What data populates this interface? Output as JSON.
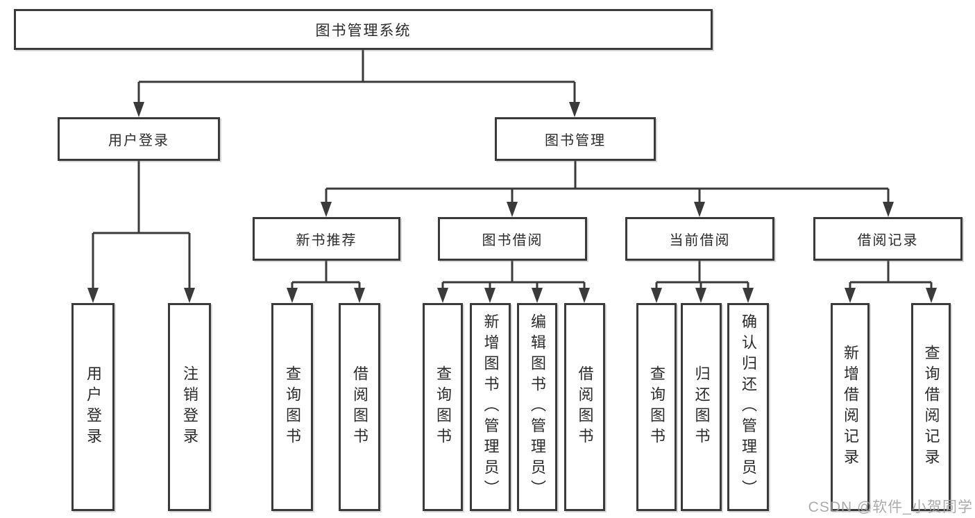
{
  "tree": {
    "label": "图书管理系统",
    "children": [
      {
        "label": "用户登录",
        "children": [
          {
            "label": "用户登录"
          },
          {
            "label": "注销登录"
          }
        ]
      },
      {
        "label": "图书管理",
        "children": [
          {
            "label": "新书推荐",
            "children": [
              {
                "label": "查询图书"
              },
              {
                "label": "借阅图书"
              }
            ]
          },
          {
            "label": "图书借阅",
            "children": [
              {
                "label": "查询图书"
              },
              {
                "label": "新增图书（管理员）"
              },
              {
                "label": "编辑图书（管理员）"
              },
              {
                "label": "借阅图书"
              }
            ]
          },
          {
            "label": "当前借阅",
            "children": [
              {
                "label": "查询图书"
              },
              {
                "label": "归还图书"
              },
              {
                "label": "确认归还（管理员）"
              }
            ]
          },
          {
            "label": "借阅记录",
            "children": [
              {
                "label": "新增借阅记录"
              },
              {
                "label": "查询借阅记录"
              }
            ]
          }
        ]
      }
    ]
  },
  "watermark": {
    "text": "CSDN @软件_小贺同学"
  },
  "colors": {
    "line": "#3a3a3a",
    "text": "#2b2b2b",
    "node_bg": "#ffffff",
    "background": "#ffffff",
    "watermark": "#a3a3a3"
  }
}
